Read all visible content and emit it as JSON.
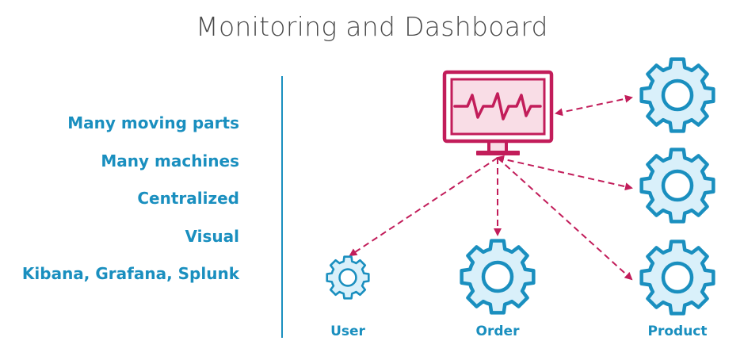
{
  "title": "Monitoring and Dashboard",
  "bullets": [
    "Many moving parts",
    "Many machines",
    "Centralized",
    "Visual",
    "Kibana, Grafana, Splunk"
  ],
  "services": {
    "user": "User",
    "order": "Order",
    "product": "Product"
  },
  "colors": {
    "accent_blue": "#1a8fbf",
    "gear_fill": "#d9f0fa",
    "monitor": "#c21d5a",
    "monitor_fill": "#f9dde6",
    "title_text": "#4a4a4a"
  },
  "icons": {
    "monitor": "monitor-heartbeat-icon",
    "gear": "gear-icon"
  }
}
